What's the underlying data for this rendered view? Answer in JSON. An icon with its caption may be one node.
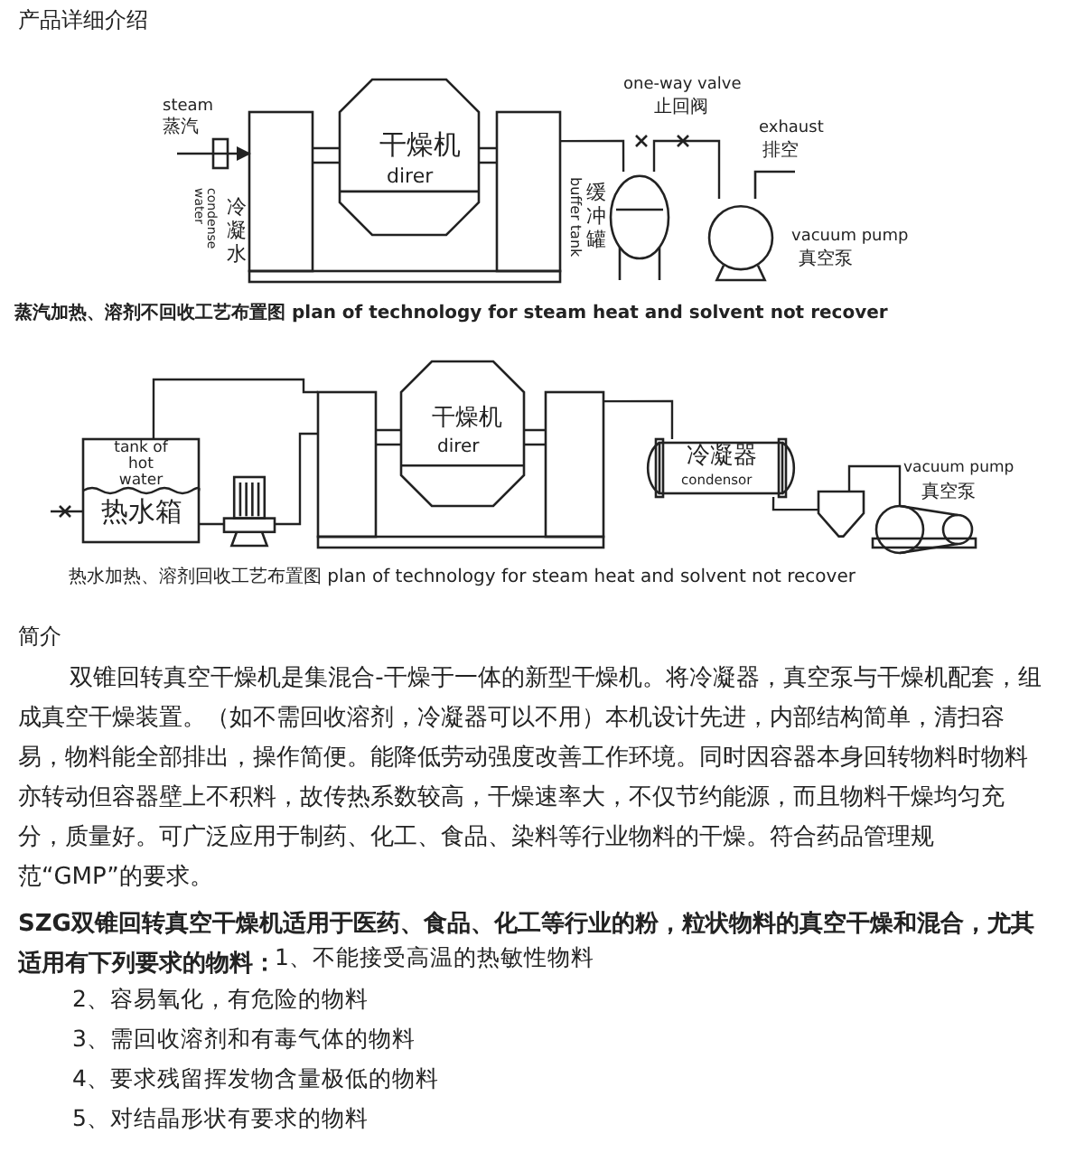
{
  "diagram": {
    "nodes": [
      {
        "text": [
          "干燥机",
          "direr"
        ],
        "beside": [
          "冷凝水",
          "condense water"
        ]
      },
      {
        "text": [],
        "shape": "cylinder"
      },
      {
        "text": [],
        "shape": "circle",
        "beside": [
          "vacuum pump",
          "真空泵"
        ]
      },
      {
        "text": [
          "tank of hot water",
          "热水箱"
        ]
      },
      {
        "text": [],
        "shape": "pump"
      },
      {
        "text": [
          "干燥机",
          "direr"
        ]
      },
      {
        "text": [
          "冷凝器",
          "condensor"
        ]
      },
      {
        "text": [],
        "shape": "cylinder"
      },
      {
        "text": [],
        "shape": "circle",
        "beside": [
          "vacuum pump",
          "真空泵"
        ]
      }
    ],
    "edges": [
      {
        "from": null,
        "to": 0,
        "arrow": "to"
      },
      {
        "from": 0,
        "to": 1,
        "arrow": "none"
      },
      {
        "from": 1,
        "to": 2,
        "arrow": "none"
      },
      {
        "from": 3,
        "to": 4,
        "arrow": "none"
      },
      {
        "from": 4,
        "to": 5,
        "arrow": "none"
      },
      {
        "from": 5,
        "to": 3,
        "arrow": "none"
      },
      {
        "from": 5,
        "to": 6,
        "arrow": "none"
      },
      {
        "from": 6,
        "to": 7,
        "arrow": "none"
      },
      {
        "from": 7,
        "to": 8,
        "arrow": "none"
      }
    ],
    "labels": [
      "产品详细介绍",
      "steam",
      "蒸汽",
      "one-way valve",
      "止回阀",
      "exhaust",
      "排空",
      "缓冲罐",
      "buffer tank",
      "蒸汽加热、溶剂不回收工艺布置图 plan of technology for steam heat and solvent not recover",
      "热水加热、溶剂回收工艺布置图 plan of technology for steam heat and solvent not recover",
      "简介",
      "双锥回转真空干燥机是集混合-干燥于一体的新型干燥机。将冷凝器，真空泵与干燥机配套，组成真空干燥装置。（如不需回收溶剂，冷凝器可以不用）本机设计先进，内部结构简单，清扫容易，物料能全部排出，操作简便。能降低劳动强度改善工作环境。同时因容器本身回转物料时物料亦转动但容器壁上不积料，故传热系数较高，干燥速率大，不仅节约能源，而且物料干燥均匀充分，质量好。可广泛应用于制药、化工、食品、染料等行业物料的干燥。符合药品管理规范“GMP”的要求。",
      "SZG双锥回转真空干燥机适用于医药、食品、化工等行业的粉，粒状物料的真空干燥和混合，尤其适用有下列要求的物料：",
      "1、不能接受高温的热敏性物料",
      "2、容易氧化，有危险的物料",
      "3、需回收溶剂和有毒气体的物料",
      "4、要求残留挥发物含量极低的物料",
      "5、对结晶形状有要求的物料"
    ]
  }
}
